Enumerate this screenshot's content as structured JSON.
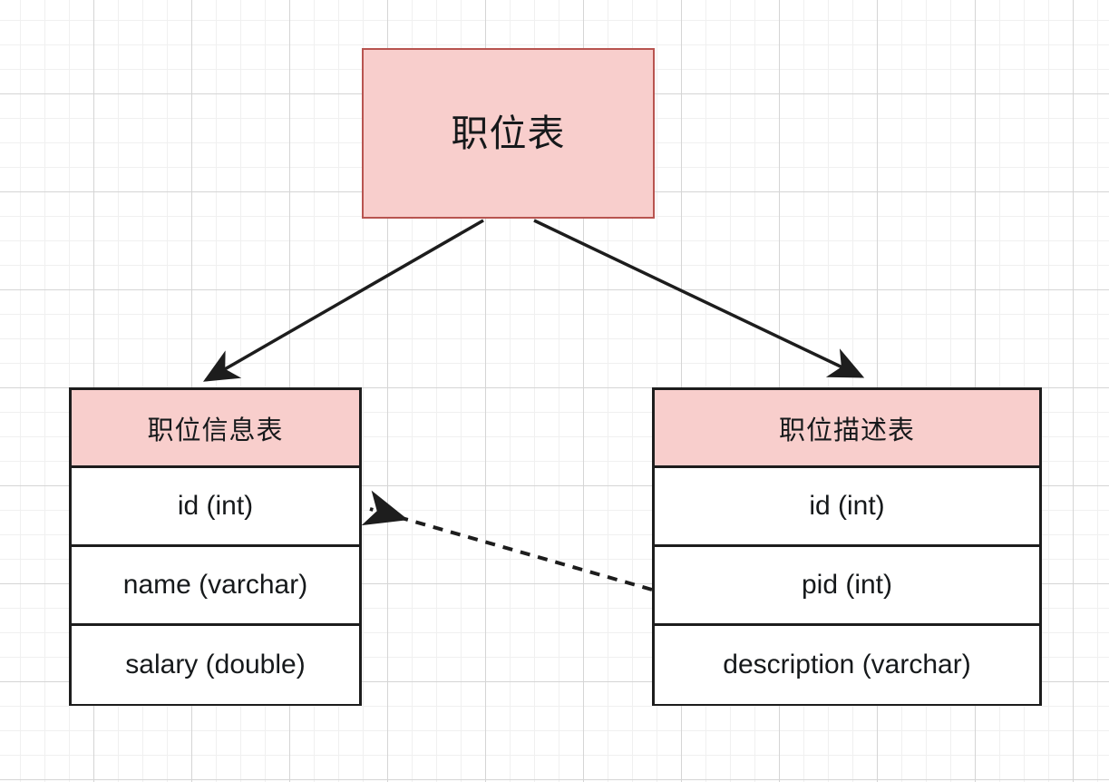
{
  "diagram": {
    "title_box": {
      "label": "职位表",
      "fill": "#f8cecc",
      "stroke": "#b85450"
    },
    "tables": [
      {
        "name": "position-info-table",
        "header": "职位信息表",
        "header_fill": "#f8cecc",
        "stroke": "#1d1d1d",
        "rows": [
          "id (int)",
          "name (varchar)",
          "salary (double)"
        ]
      },
      {
        "name": "position-description-table",
        "header": "职位描述表",
        "header_fill": "#f8cecc",
        "stroke": "#1d1d1d",
        "rows": [
          "id (int)",
          "pid (int)",
          "description (varchar)"
        ]
      }
    ],
    "edges": [
      {
        "name": "edge-root-to-info",
        "style": "solid",
        "arrowhead": "filled",
        "from": "职位表",
        "to": "职位信息表"
      },
      {
        "name": "edge-root-to-description",
        "style": "solid",
        "arrowhead": "filled",
        "from": "职位表",
        "to": "职位描述表"
      },
      {
        "name": "edge-pid-to-id",
        "style": "dashed",
        "arrowhead": "open",
        "from": "pid (int)",
        "to": "id (int)"
      }
    ],
    "canvas": {
      "background": "#ffffff",
      "grid_minor": "#f0f0f0",
      "grid_major": "#d5d5d5"
    }
  }
}
